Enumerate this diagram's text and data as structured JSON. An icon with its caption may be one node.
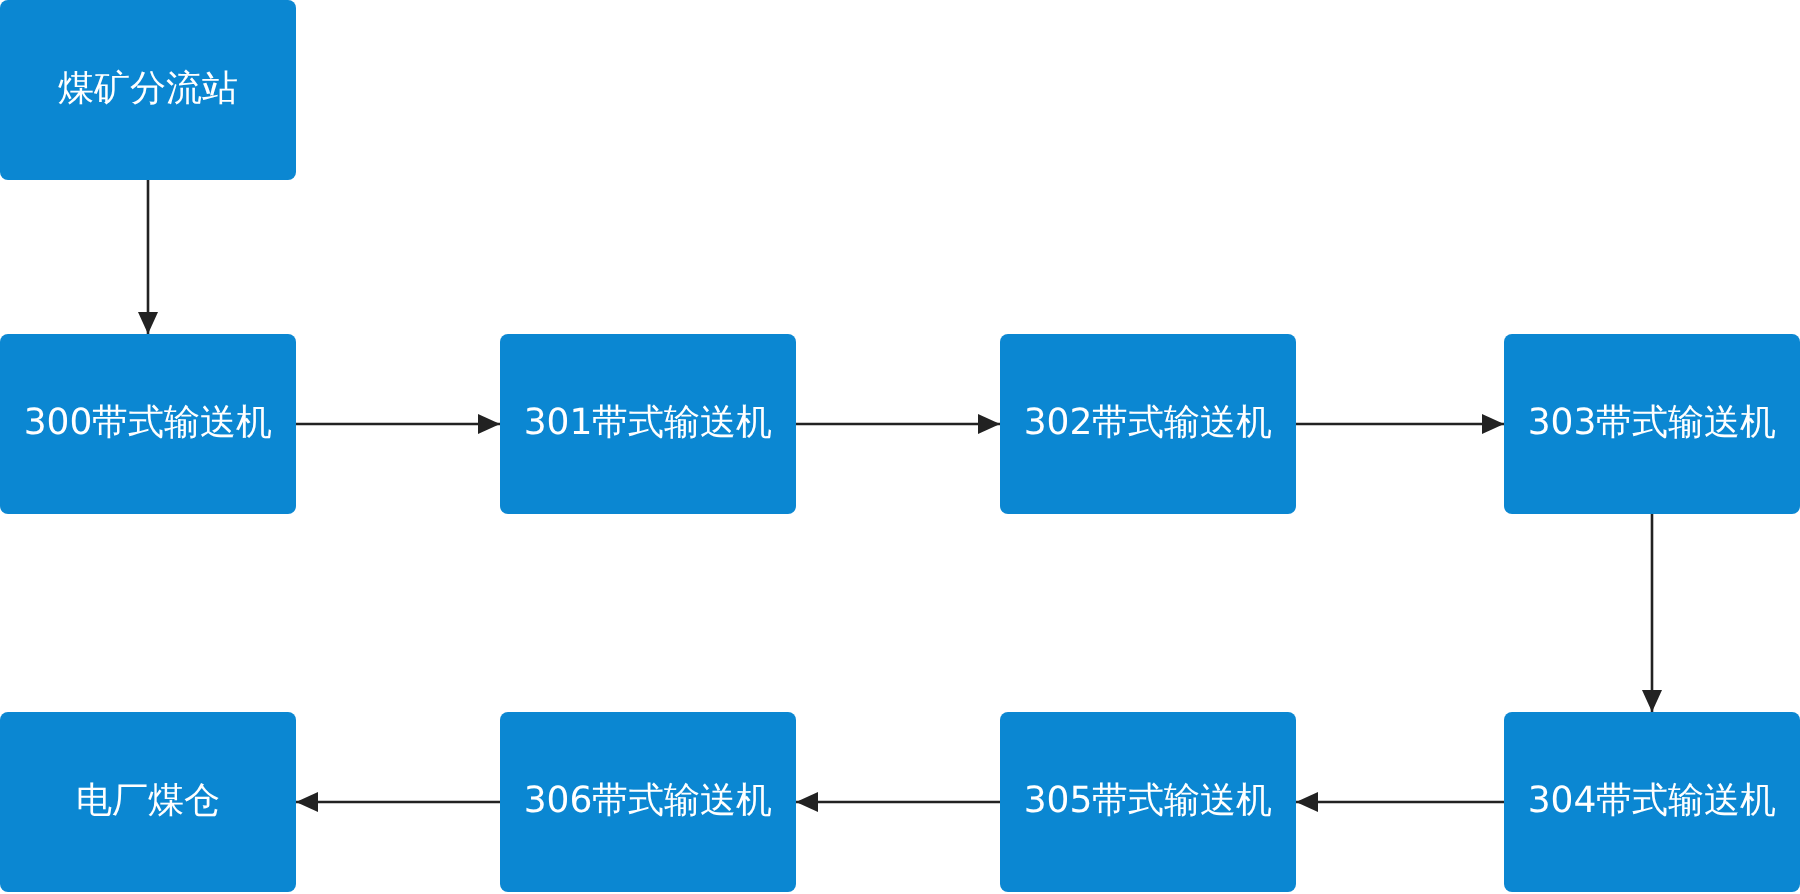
{
  "diagram": {
    "nodes": [
      {
        "text": [
          "煤矿分流站"
        ]
      },
      {
        "text": [
          "300带式输送机"
        ]
      },
      {
        "text": [
          "301带式输送机"
        ]
      },
      {
        "text": [
          "302带式输送机"
        ]
      },
      {
        "text": [
          "303带式输送机"
        ]
      },
      {
        "text": [
          "304带式输送机"
        ]
      },
      {
        "text": [
          "305带式输送机"
        ]
      },
      {
        "text": [
          "306带式输送机"
        ]
      },
      {
        "text": [
          "电厂煤仓"
        ]
      }
    ],
    "edges": [
      {
        "from": 0,
        "to": 1,
        "arrow": "to"
      },
      {
        "from": 1,
        "to": 2,
        "arrow": "to"
      },
      {
        "from": 2,
        "to": 3,
        "arrow": "to"
      },
      {
        "from": 3,
        "to": 4,
        "arrow": "to"
      },
      {
        "from": 4,
        "to": 5,
        "arrow": "to"
      },
      {
        "from": 5,
        "to": 6,
        "arrow": "to"
      },
      {
        "from": 6,
        "to": 7,
        "arrow": "to"
      },
      {
        "from": 7,
        "to": 8,
        "arrow": "to"
      }
    ]
  }
}
